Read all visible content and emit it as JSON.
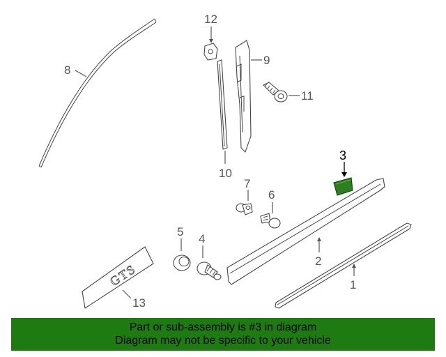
{
  "diagram": {
    "callouts": {
      "c1": "1",
      "c2": "2",
      "c3": "3",
      "c4": "4",
      "c5": "5",
      "c6": "6",
      "c7": "7",
      "c8": "8",
      "c9": "9",
      "c10": "10",
      "c11": "11",
      "c12": "12",
      "c13": "13"
    },
    "badge_text": "GTS",
    "highlight_color": "#2e7d1e"
  },
  "banner": {
    "line1": "Part or sub-assembly is #3 in diagram",
    "line2": "Diagram may not be specific to your vehicle",
    "background": "#1e7b12"
  }
}
